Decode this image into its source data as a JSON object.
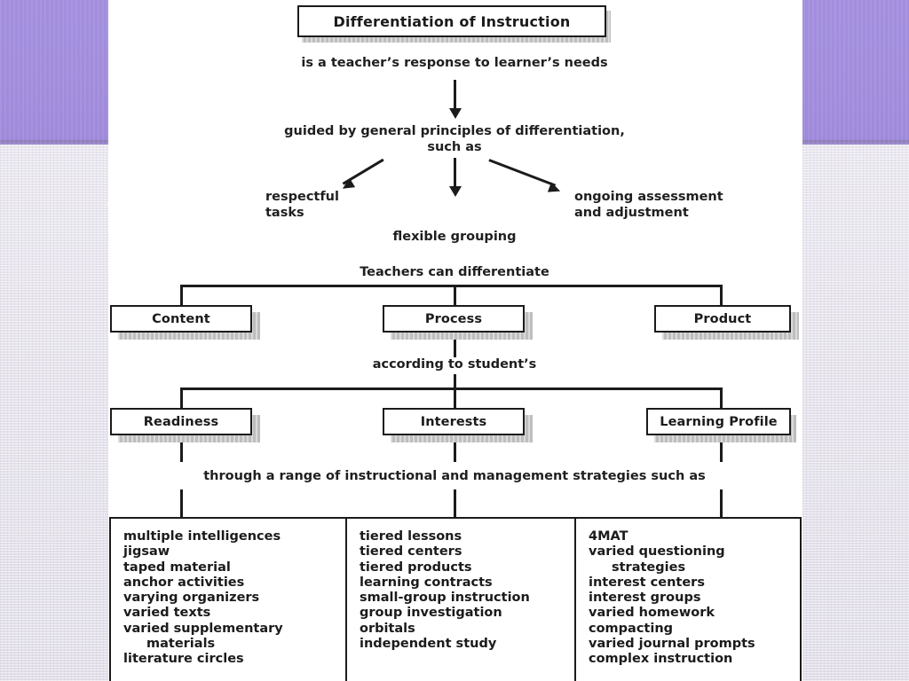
{
  "slide": {
    "title_box": "Differentiation of Instruction",
    "line_response": "is a teacher’s response to learner’s needs",
    "line_guided": "guided by general principles of differentiation,\nsuch as",
    "principle_left": "respectful\ntasks",
    "principle_center": "flexible grouping",
    "principle_right": "ongoing assessment\nand adjustment",
    "line_differentiate": "Teachers can differentiate",
    "row1_boxes": [
      "Content",
      "Process",
      "Product"
    ],
    "line_according": "according to student’s",
    "row2_boxes": [
      "Readiness",
      "Interests",
      "Learning Profile"
    ],
    "line_through": "through a range of instructional and management strategies such as",
    "strategy_columns": [
      {
        "items": [
          {
            "text": "multiple intelligences",
            "indent": false
          },
          {
            "text": "jigsaw",
            "indent": false
          },
          {
            "text": "taped material",
            "indent": false
          },
          {
            "text": "anchor activities",
            "indent": false
          },
          {
            "text": "varying organizers",
            "indent": false
          },
          {
            "text": "varied texts",
            "indent": false
          },
          {
            "text": "varied supplementary",
            "indent": false
          },
          {
            "text": "materials",
            "indent": true
          },
          {
            "text": "literature circles",
            "indent": false
          }
        ]
      },
      {
        "items": [
          {
            "text": "tiered lessons",
            "indent": false
          },
          {
            "text": "tiered centers",
            "indent": false
          },
          {
            "text": "tiered products",
            "indent": false
          },
          {
            "text": "learning contracts",
            "indent": false
          },
          {
            "text": "small-group instruction",
            "indent": false
          },
          {
            "text": "group investigation",
            "indent": false
          },
          {
            "text": "orbitals",
            "indent": false
          },
          {
            "text": "independent study",
            "indent": false
          }
        ]
      },
      {
        "items": [
          {
            "text": "4MAT",
            "indent": false
          },
          {
            "text": "varied questioning",
            "indent": false
          },
          {
            "text": "strategies",
            "indent": true
          },
          {
            "text": "interest centers",
            "indent": false
          },
          {
            "text": "interest groups",
            "indent": false
          },
          {
            "text": "varied homework",
            "indent": false
          },
          {
            "text": "compacting",
            "indent": false
          },
          {
            "text": "varied journal prompts",
            "indent": false
          },
          {
            "text": "complex instruction",
            "indent": false
          }
        ]
      }
    ]
  },
  "colors": {
    "banner_purple": "#a28ddd",
    "wall_gray": "#e6e3ec",
    "slide_white": "#ffffff",
    "ink": "#1b1b1b",
    "box_shadow": "#a9a9a9"
  }
}
